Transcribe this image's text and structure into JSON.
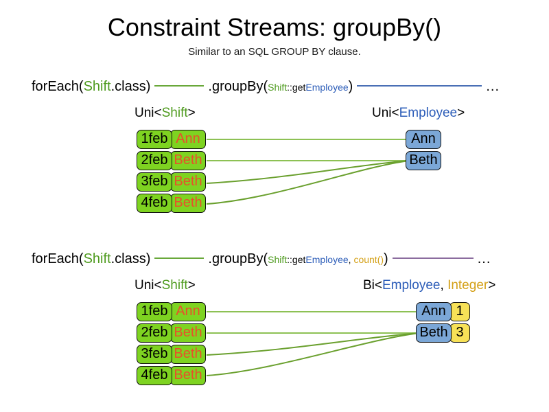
{
  "title": "Constraint Streams: groupBy()",
  "subtitle": "Similar to an SQL GROUP BY clause.",
  "colors": {
    "shift_green": "#7ed321",
    "employee_blue": "#7ba7d7",
    "count_yellow": "#f7e157",
    "name_orange": "#e8502a",
    "token_shift": "#4f9b1f",
    "token_employee": "#2b5cb8",
    "token_count": "#d4a017",
    "wire_green": "#69a83a",
    "wire_blue": "#4a6fb5",
    "wire_purple": "#8b6c9e"
  },
  "section1": {
    "code": {
      "forEach": "forEach(",
      "shift": "Shift",
      "dotclass": ".class)",
      "groupBy": ".groupBy(",
      "arg_shift": "Shift",
      "arg_sep": "::get",
      "arg_employee": "Employee",
      "close": ")",
      "ellipsis": "..."
    },
    "left_type": {
      "prefix": "Uni<",
      "generic": "Shift",
      "suffix": ">"
    },
    "right_type": {
      "prefix": "Uni<",
      "generic": "Employee",
      "suffix": ">"
    },
    "shifts": [
      {
        "date": "1feb",
        "employee": "Ann"
      },
      {
        "date": "2feb",
        "employee": "Beth"
      },
      {
        "date": "3feb",
        "employee": "Beth"
      },
      {
        "date": "4feb",
        "employee": "Beth"
      }
    ],
    "employees": [
      {
        "name": "Ann"
      },
      {
        "name": "Beth"
      }
    ]
  },
  "section2": {
    "code": {
      "forEach": "forEach(",
      "shift": "Shift",
      "dotclass": ".class)",
      "groupBy": ".groupBy(",
      "arg_shift": "Shift",
      "arg_sep": "::get",
      "arg_employee": "Employee",
      "arg_comma": ", ",
      "arg_count": "count()",
      "close": ")",
      "ellipsis": "..."
    },
    "left_type": {
      "prefix": "Uni<",
      "generic": "Shift",
      "suffix": ">"
    },
    "right_type": {
      "prefix": "Bi<",
      "generic1": "Employee",
      "comma": ", ",
      "generic2": "Integer",
      "suffix": ">"
    },
    "shifts": [
      {
        "date": "1feb",
        "employee": "Ann"
      },
      {
        "date": "2feb",
        "employee": "Beth"
      },
      {
        "date": "3feb",
        "employee": "Beth"
      },
      {
        "date": "4feb",
        "employee": "Beth"
      }
    ],
    "groups": [
      {
        "name": "Ann",
        "count": "1"
      },
      {
        "name": "Beth",
        "count": "3"
      }
    ]
  }
}
